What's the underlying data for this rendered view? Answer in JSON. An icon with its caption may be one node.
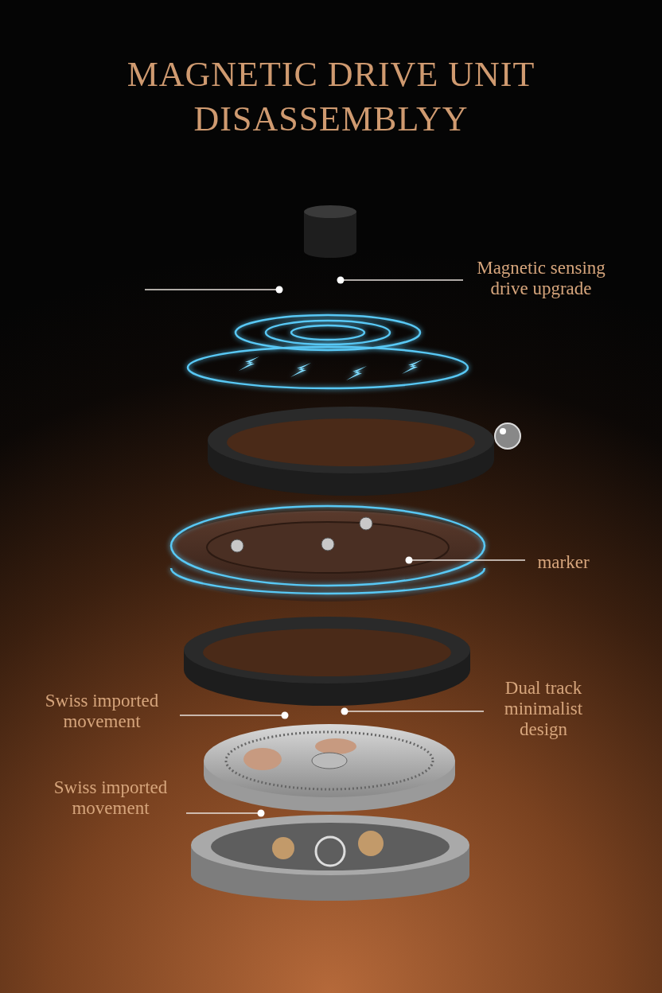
{
  "diagram": {
    "title": "MAGNETIC DRIVE UNIT DISASSEMBLYY",
    "nodes": [
      {
        "text": [
          "Magnetic sensing drive upgrade"
        ]
      },
      {
        "text": [],
        "shape": "picture"
      },
      {
        "text": [
          "marker"
        ]
      },
      {
        "text": [],
        "shape": "picture"
      },
      {
        "text": [
          "Swiss imported movement"
        ]
      },
      {
        "text": [
          "Dual track minimalist design"
        ]
      },
      {
        "text": [],
        "shape": "picture"
      },
      {
        "text": [],
        "shape": "picture"
      },
      {
        "text": [
          "Swiss imported movement"
        ]
      },
      {
        "text": [],
        "shape": "picture"
      }
    ],
    "edges": [
      {
        "from": null,
        "to": 1,
        "arrow": "other"
      },
      {
        "from": 0,
        "to": 1,
        "arrow": "other"
      },
      {
        "from": 2,
        "to": 3,
        "arrow": "other"
      },
      {
        "from": 4,
        "to": 7,
        "arrow": "other"
      },
      {
        "from": 5,
        "to": 6,
        "arrow": "other"
      },
      {
        "from": 8,
        "to": 9,
        "arrow": "other"
      }
    ]
  }
}
